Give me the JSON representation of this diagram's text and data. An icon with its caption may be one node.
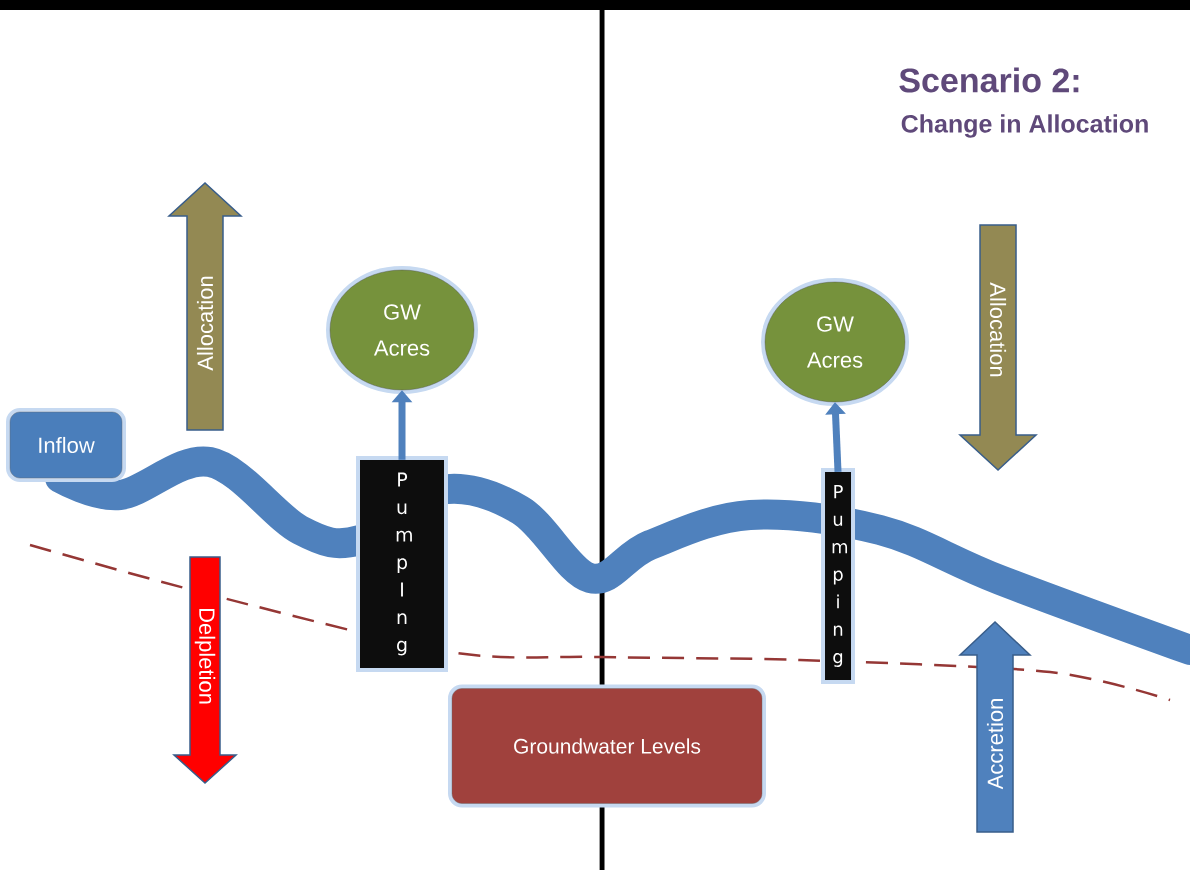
{
  "diagram": {
    "title": "Scenario 2:",
    "nodes": [
      {
        "text": [
          "Inflow"
        ]
      },
      {
        "text": [
          "GW Acres"
        ]
      },
      {
        "text": [
          "PumpIng"
        ]
      },
      {
        "text": [
          "GW Acres"
        ]
      },
      {
        "text": [
          "Pumping"
        ]
      },
      {
        "text": [
          "Groundwater Levels"
        ]
      },
      {
        "text": [
          "Allocation"
        ]
      },
      {
        "text": [
          "Delpletion"
        ]
      },
      {
        "text": [
          "Allocation"
        ]
      },
      {
        "text": [
          "Accretion"
        ]
      }
    ],
    "edges": [
      {
        "from": 2,
        "to": 1,
        "arrow": "to"
      },
      {
        "from": 4,
        "to": 3,
        "arrow": "to"
      }
    ],
    "labels": [
      "Change in Allocation"
    ]
  }
}
